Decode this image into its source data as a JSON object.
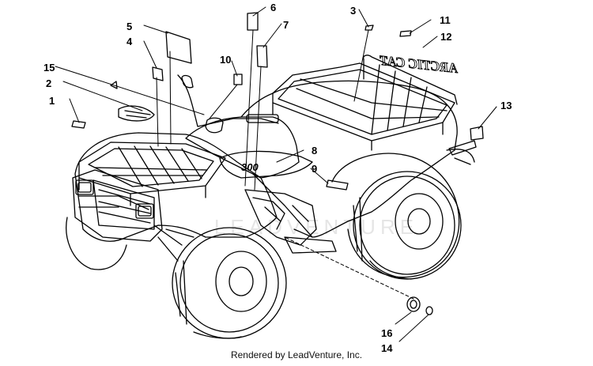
{
  "diagram": {
    "callouts": {
      "c1": "1",
      "c2": "2",
      "c3": "3",
      "c4": "4",
      "c5": "5",
      "c6": "6",
      "c7": "7",
      "c8": "8",
      "c9": "9",
      "c10": "10",
      "c11": "11",
      "c12": "12",
      "c13": "13",
      "c14": "14",
      "c15": "15",
      "c16": "16"
    },
    "decal_text_rear": "ARCTIC CAT",
    "decal_text_side": "300",
    "watermark": "LEADVENTURE",
    "credit": "Rendered by LeadVenture, Inc."
  },
  "colors": {
    "ink": "#000000",
    "background": "#ffffff"
  }
}
